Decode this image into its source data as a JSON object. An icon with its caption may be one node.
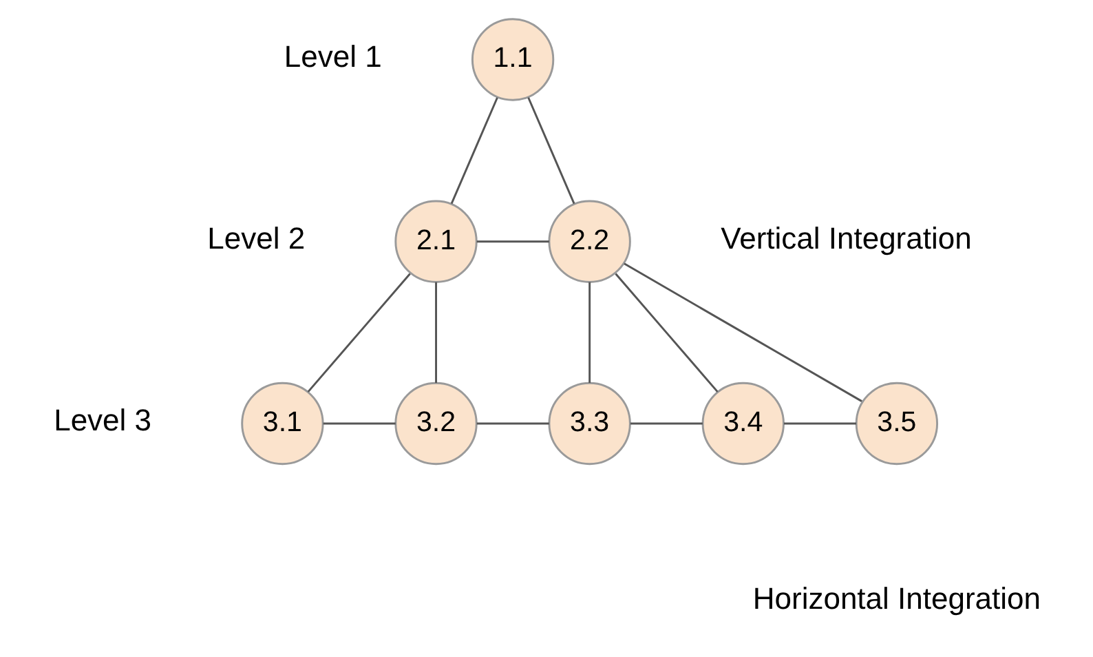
{
  "diagram": {
    "nodes": [
      {
        "text": [
          "1.1"
        ]
      },
      {
        "text": [
          "2.1"
        ]
      },
      {
        "text": [
          "2.2"
        ]
      },
      {
        "text": [
          "3.1"
        ]
      },
      {
        "text": [
          "3.2"
        ]
      },
      {
        "text": [
          "3.3"
        ]
      },
      {
        "text": [
          "3.4"
        ]
      },
      {
        "text": [
          "3.5"
        ]
      }
    ],
    "edges": [
      {
        "from": 0,
        "to": 1,
        "arrow": "none"
      },
      {
        "from": 0,
        "to": 2,
        "arrow": "none"
      },
      {
        "from": 1,
        "to": 2,
        "arrow": "none"
      },
      {
        "from": 1,
        "to": 3,
        "arrow": "none"
      },
      {
        "from": 1,
        "to": 4,
        "arrow": "none"
      },
      {
        "from": 2,
        "to": 5,
        "arrow": "none"
      },
      {
        "from": 2,
        "to": 6,
        "arrow": "none"
      },
      {
        "from": 2,
        "to": 7,
        "arrow": "none"
      },
      {
        "from": 3,
        "to": 4,
        "arrow": "none"
      },
      {
        "from": 4,
        "to": 5,
        "arrow": "none"
      },
      {
        "from": 5,
        "to": 6,
        "arrow": "none"
      },
      {
        "from": 6,
        "to": 7,
        "arrow": "none"
      }
    ],
    "labels": [
      "Level 1",
      "Level 2",
      "Level 3",
      "Vertical Integration",
      "Horizontal Integration"
    ]
  }
}
